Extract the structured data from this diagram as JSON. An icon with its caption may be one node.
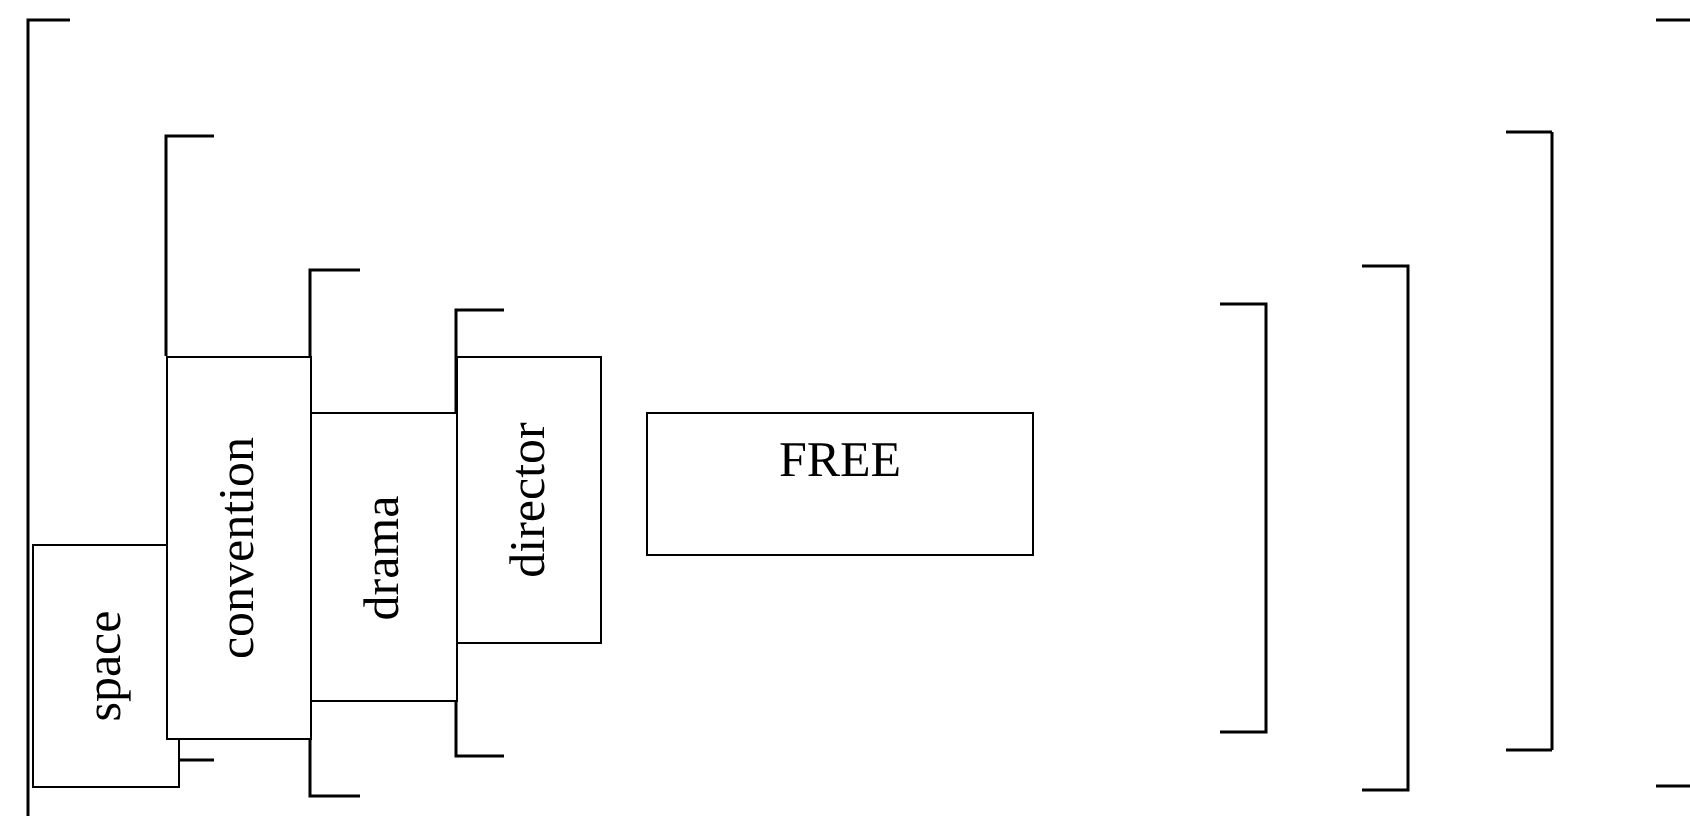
{
  "diagram": {
    "nodes": [
      {
        "text": [
          "space"
        ]
      },
      {
        "text": [
          "convention"
        ]
      },
      {
        "text": [
          "drama"
        ]
      },
      {
        "text": [
          "director"
        ]
      },
      {
        "text": [
          "FREE"
        ]
      }
    ]
  }
}
